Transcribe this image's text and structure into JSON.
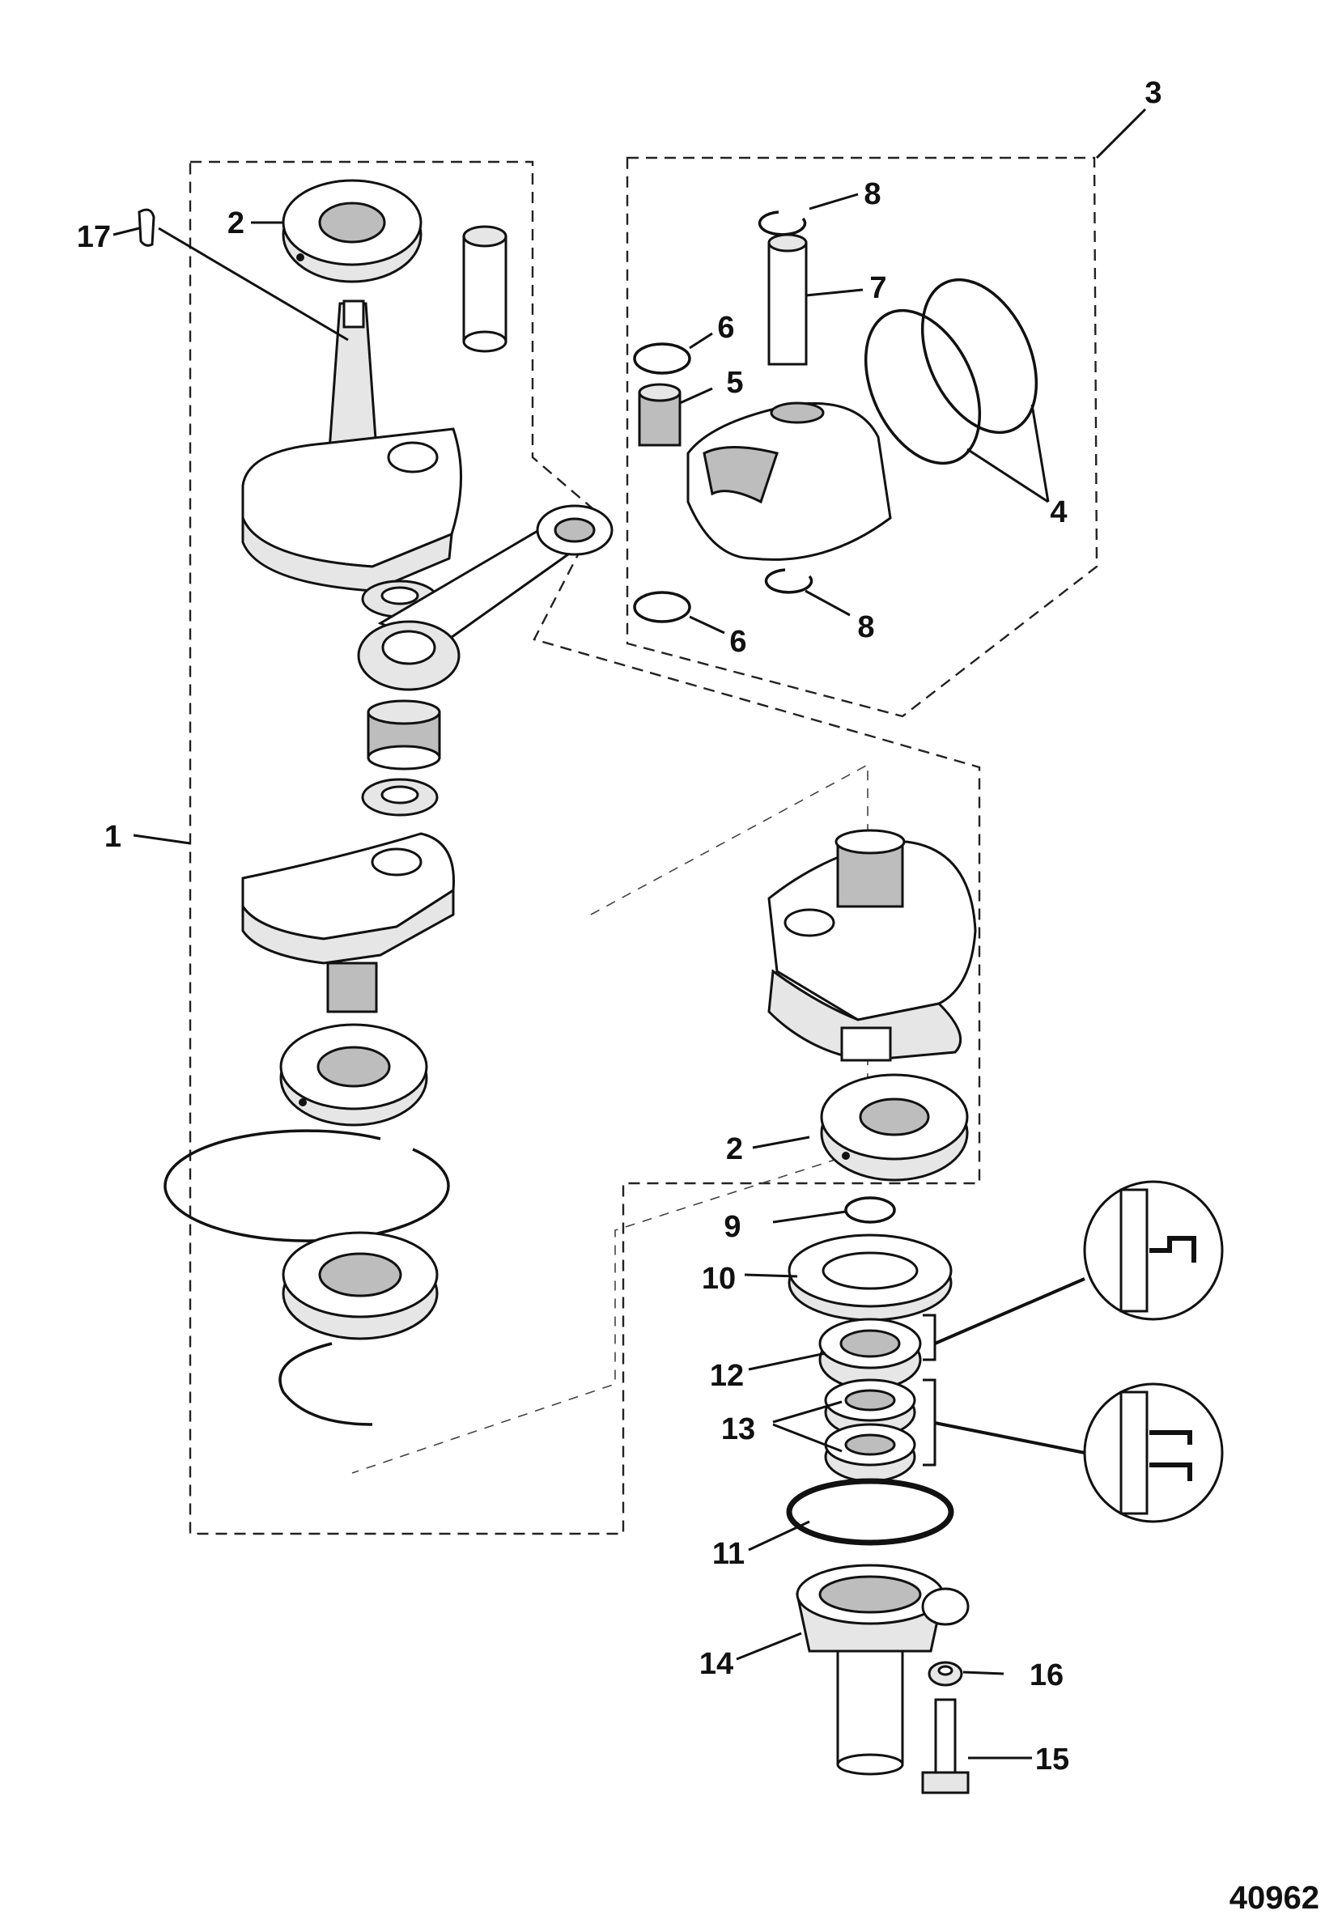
{
  "diagram": {
    "callouts": [
      {
        "id": "c1",
        "text": "1"
      },
      {
        "id": "c2a",
        "text": "2"
      },
      {
        "id": "c2b",
        "text": "2"
      },
      {
        "id": "c3",
        "text": "3"
      },
      {
        "id": "c4",
        "text": "4"
      },
      {
        "id": "c5",
        "text": "5"
      },
      {
        "id": "c6a",
        "text": "6"
      },
      {
        "id": "c6b",
        "text": "6"
      },
      {
        "id": "c7",
        "text": "7"
      },
      {
        "id": "c8a",
        "text": "8"
      },
      {
        "id": "c8b",
        "text": "8"
      },
      {
        "id": "c9",
        "text": "9"
      },
      {
        "id": "c10",
        "text": "10"
      },
      {
        "id": "c11",
        "text": "11"
      },
      {
        "id": "c12",
        "text": "12"
      },
      {
        "id": "c13",
        "text": "13"
      },
      {
        "id": "c14",
        "text": "14"
      },
      {
        "id": "c15",
        "text": "15"
      },
      {
        "id": "c16",
        "text": "16"
      },
      {
        "id": "c17",
        "text": "17"
      }
    ],
    "figure_number": "40962"
  }
}
